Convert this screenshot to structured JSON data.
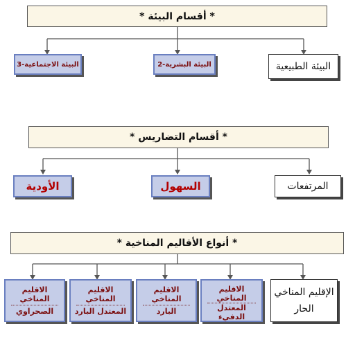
{
  "section1": {
    "header": "* أقسام البيئة *",
    "items": [
      "البيئة الطبيعية",
      "2-البيئة البشرية",
      "3-البيئة الاجتماعية"
    ]
  },
  "section2": {
    "header": "* أقسام التضاريس *",
    "items": [
      "المرتفعات",
      "السهول",
      "الأودية"
    ]
  },
  "section3": {
    "header": "* أنواع الأقاليم المناخية *",
    "items": [
      {
        "line1": "الإقليم المناخي",
        "line2": "الحار"
      },
      {
        "line1": "الاقليم المناخي",
        "line2": "المعتدل الدفيء"
      },
      {
        "line1": "الاقليم المناخي",
        "line2": "البارد"
      },
      {
        "line1": "الاقليم المناخي",
        "line2": "المعتدل البارد"
      },
      {
        "line1": "الاقليم المناخي",
        "line2": "الصحراوي"
      }
    ]
  }
}
